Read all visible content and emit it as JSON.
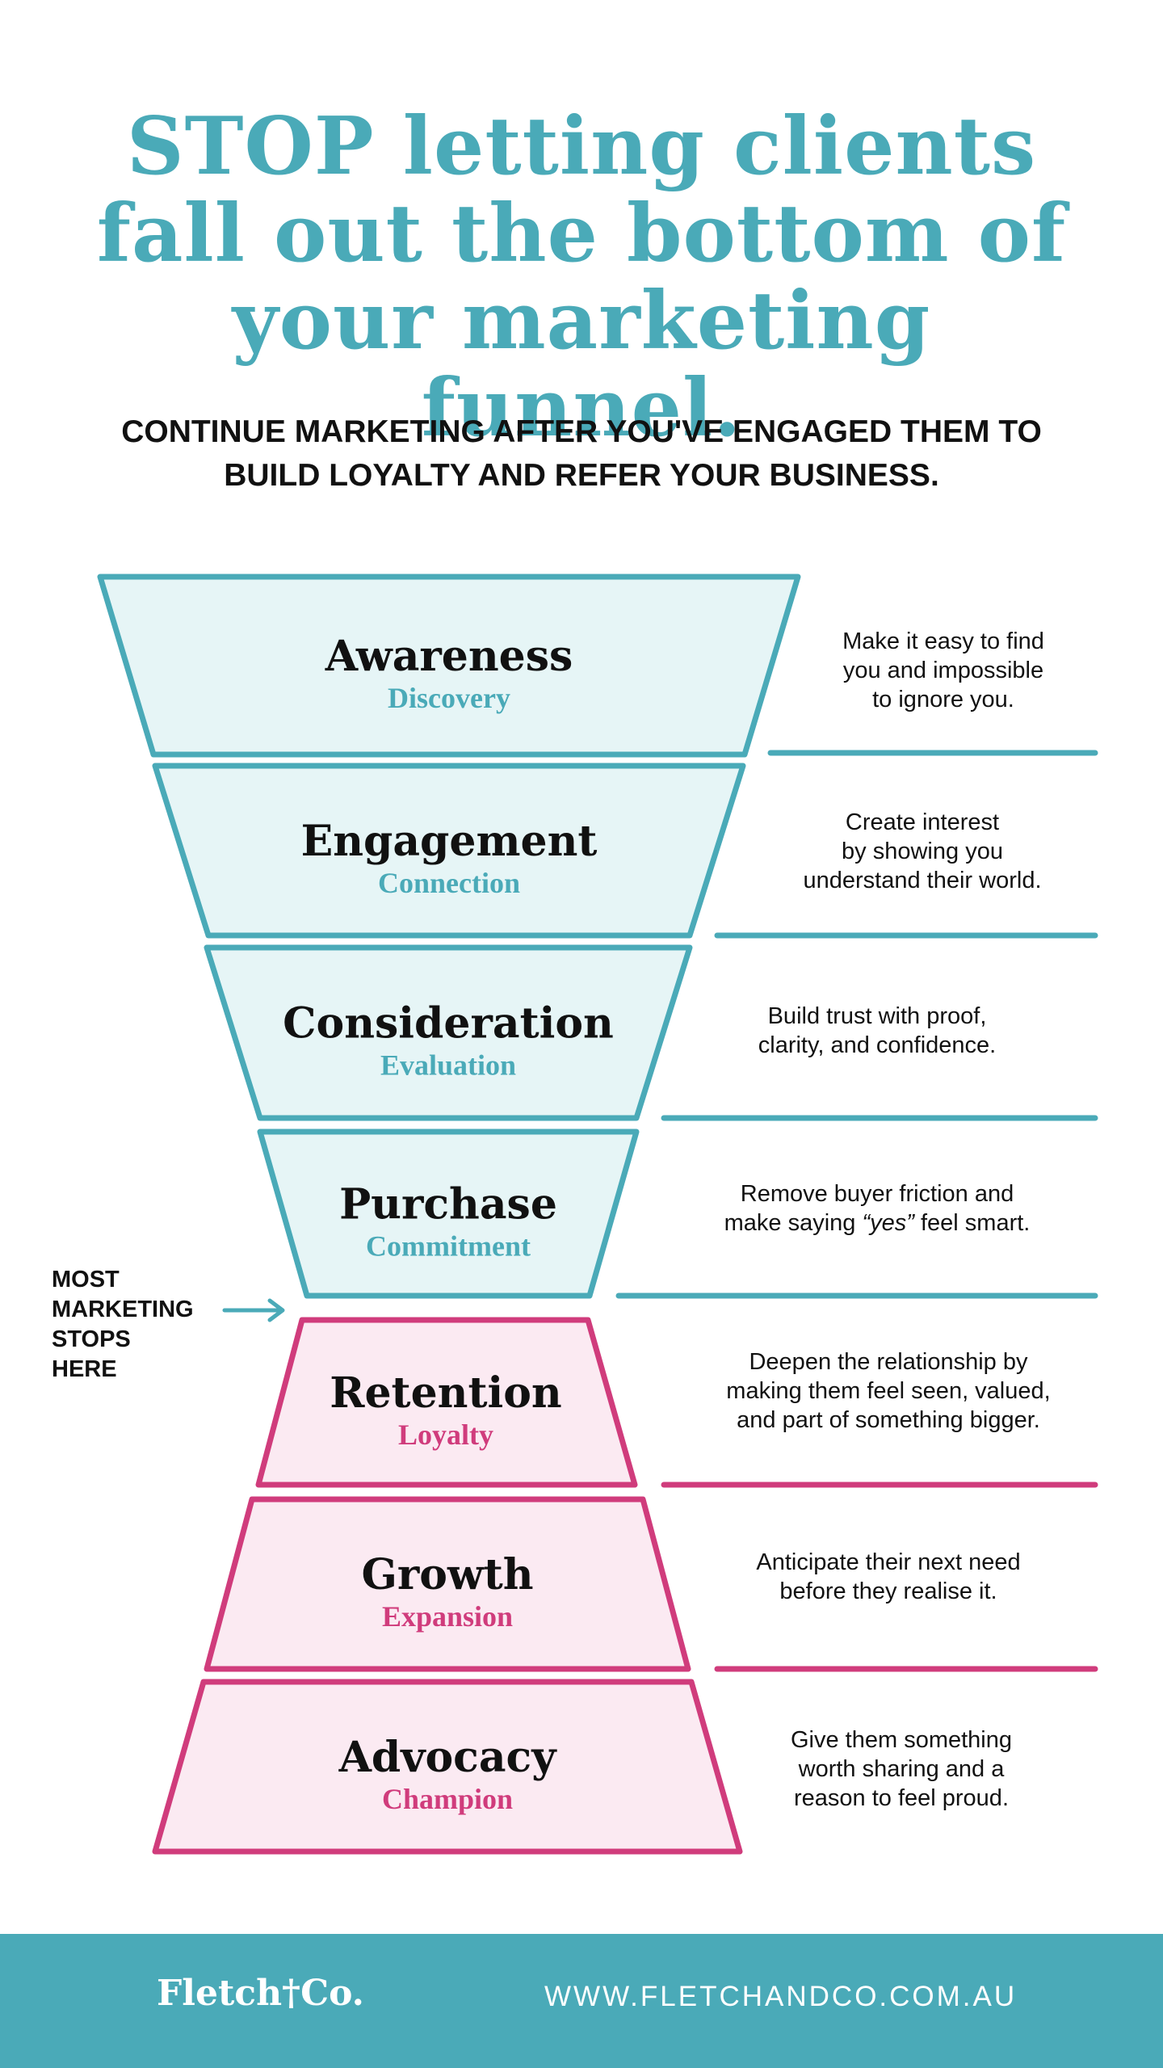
{
  "headline": "STOP letting clients fall out the bottom of your marketing funnel.",
  "subheadline": "CONTINUE MARKETING AFTER YOU'VE ENGAGED THEM TO BUILD LOYALTY AND REFER YOUR BUSINESS.",
  "colors": {
    "teal": "#4aaab8",
    "teal_fill": "#e6f5f6",
    "pink": "#d03c7c",
    "pink_fill": "#fbeaf2",
    "text": "#111111"
  },
  "stages": [
    {
      "title": "Awareness",
      "subtitle": "Discovery",
      "group": "teal",
      "desc_lines": [
        "Make it easy to find",
        "you and impossible",
        "to ignore you."
      ]
    },
    {
      "title": "Engagement",
      "subtitle": "Connection",
      "group": "teal",
      "desc_lines": [
        "Create interest",
        "by showing you",
        "understand their world."
      ]
    },
    {
      "title": "Consideration",
      "subtitle": "Evaluation",
      "group": "teal",
      "desc_lines": [
        "Build trust with proof,",
        "clarity, and confidence."
      ]
    },
    {
      "title": "Purchase",
      "subtitle": "Commitment",
      "group": "teal",
      "desc_lines": [
        "Remove buyer friction and",
        "make saying “yes” feel smart."
      ]
    },
    {
      "title": "Retention",
      "subtitle": "Loyalty",
      "group": "pink",
      "desc_lines": [
        "Deepen the relationship by",
        "making them feel seen, valued,",
        "and part of something bigger."
      ]
    },
    {
      "title": "Growth",
      "subtitle": "Expansion",
      "group": "pink",
      "desc_lines": [
        "Anticipate their next need",
        "before they realise it."
      ]
    },
    {
      "title": "Advocacy",
      "subtitle": "Champion",
      "group": "pink",
      "desc_lines": [
        "Give them something",
        "worth sharing and a",
        "reason to feel proud."
      ]
    }
  ],
  "marker_note": "MOST\nMARKETING\nSTOPS\nHERE",
  "marker_arrow_icon": "arrow-right-icon",
  "logo_text": "Fletch†Co.",
  "website": "WWW.FLETCHANDCO.COM.AU"
}
